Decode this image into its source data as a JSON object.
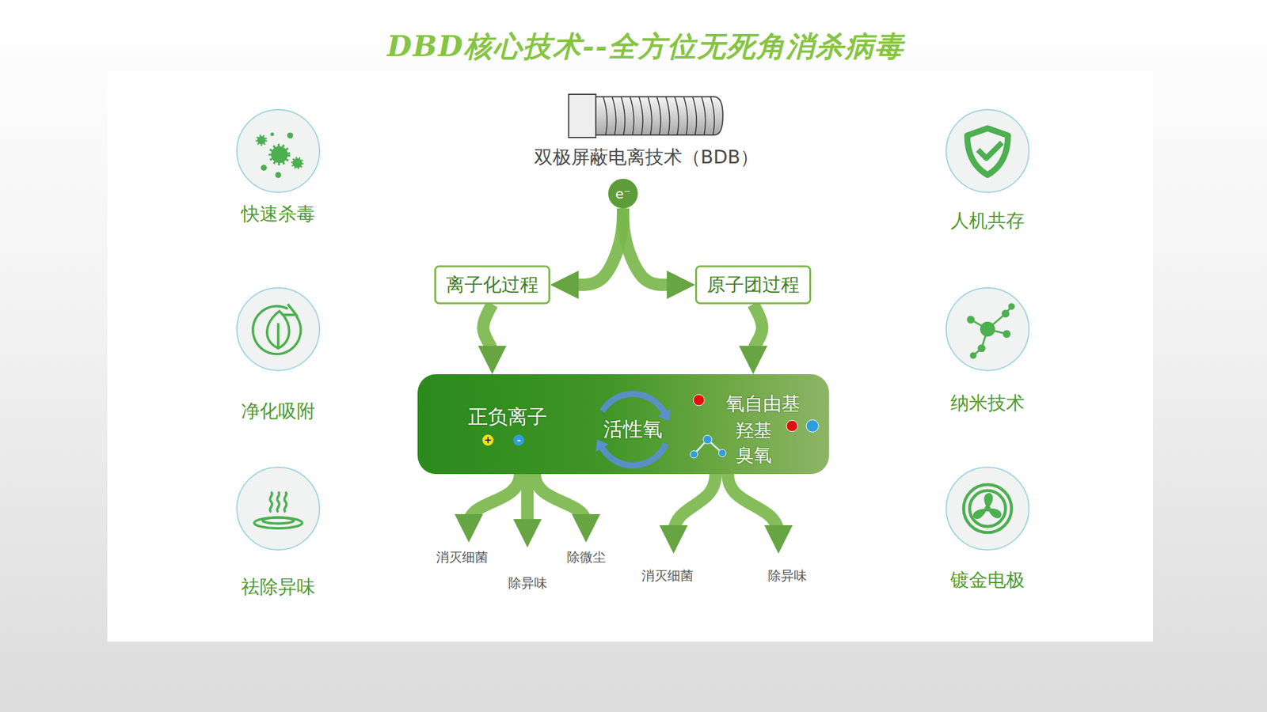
{
  "diagram": {
    "title": "DBD核心技术--全方位无死角消杀病毒",
    "nodes": [
      {
        "text": [
          "快速杀毒"
        ]
      },
      {
        "text": [
          "双极屏蔽电离技术（BDB）"
        ]
      },
      {
        "text": [
          "人机共存"
        ]
      },
      {
        "text": [
          "e⁻"
        ]
      },
      {
        "text": [
          "离子化过程"
        ]
      },
      {
        "text": [
          "原子团过程"
        ]
      },
      {
        "text": [
          "净化吸附"
        ]
      },
      {
        "text": [
          "正负离子",
          "活性氧",
          "氧自由基",
          "羟基",
          "臭氧"
        ]
      },
      {
        "text": [
          "纳米技术"
        ]
      },
      {
        "text": [
          "祛除异味"
        ]
      },
      {
        "text": [
          "镀金电极"
        ]
      }
    ],
    "edges": [
      {
        "from": 3,
        "to": 4,
        "arrow": "to"
      },
      {
        "from": 3,
        "to": 5,
        "arrow": "to"
      },
      {
        "from": 4,
        "to": 7,
        "arrow": "to"
      },
      {
        "from": 5,
        "to": 7,
        "arrow": "to"
      }
    ],
    "labels": [
      "消灭细菌",
      "除微尘",
      "除异味",
      "消灭细菌",
      "除异味",
      "+",
      "-"
    ]
  }
}
